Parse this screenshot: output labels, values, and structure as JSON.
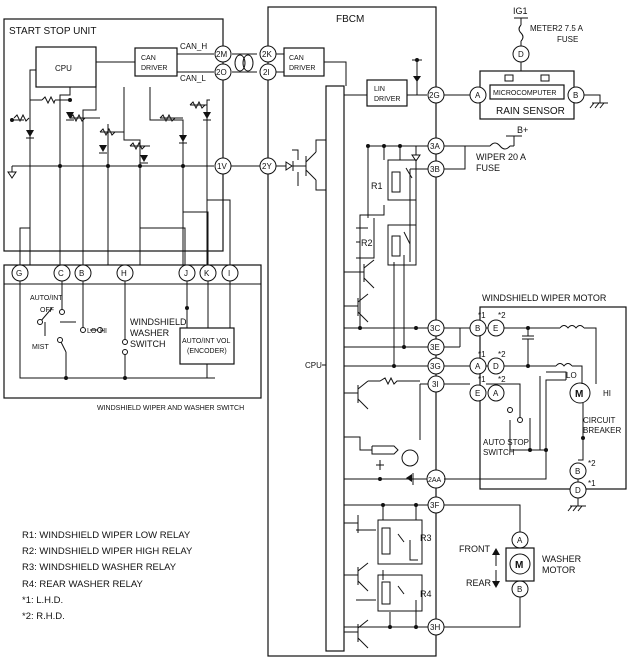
{
  "units": {
    "start_stop": "START STOP UNIT",
    "fbcm": "FBCM",
    "cpu": "CPU",
    "can_driver": "CAN DRIVER",
    "lin_driver": "LIN DRIVER",
    "rain_sensor": "RAIN SENSOR",
    "microcomputer": "MICROCOMPUTER",
    "switch_caption": "WINDSHIELD WIPER AND WASHER SWITCH",
    "wiper_motor": "WINDSHIELD WIPER MOTOR",
    "washer_motor_l1": "WASHER",
    "washer_motor_l2": "MOTOR"
  },
  "signals": {
    "can_h": "CAN_H",
    "can_l": "CAN_L",
    "ig1": "IG1",
    "meter_fuse_l1": "METER2 7.5 A",
    "meter_fuse_l2": "FUSE",
    "bplus": "B+",
    "wiper_fuse_l1": "WIPER 20 A",
    "wiper_fuse_l2": "FUSE"
  },
  "switch_labels": {
    "auto_int": "AUTO/INT",
    "off": "OFF",
    "mist": "MIST",
    "lo": "LO",
    "hi": "HI",
    "washer_l1": "WINDSHIELD",
    "washer_l2": "WASHER",
    "washer_l3": "SWITCH",
    "vol_l1": "AUTO/INT VOL",
    "vol_l2": "(ENCODER)"
  },
  "motor_labels": {
    "lo": "LO",
    "hi": "HI",
    "motor": "M",
    "auto_stop_l1": "AUTO STOP",
    "auto_stop_l2": "SWITCH",
    "breaker_l1": "CIRCUIT",
    "breaker_l2": "BREAKER",
    "front": "FRONT",
    "rear": "REAR"
  },
  "terminals": {
    "t2M": "2M",
    "t2O": "2O",
    "t2K": "2K",
    "t2I": "2I",
    "t2G": "2G",
    "t2Y": "2Y",
    "t1V": "1V",
    "t3A": "3A",
    "t3B": "3B",
    "t3C": "3C",
    "t3E": "3E",
    "t3G": "3G",
    "t3I": "3I",
    "t2AA": "2AA",
    "t3F": "3F",
    "t3H": "3H",
    "rsA": "A",
    "rsB": "B",
    "rsD": "D",
    "swG": "G",
    "swC": "C",
    "swB": "B",
    "swH": "H",
    "swJ": "J",
    "swK": "K",
    "swI": "I",
    "mB": "B",
    "mE1": "E",
    "mA": "A",
    "mD": "D",
    "mA2": "A",
    "mE2": "E",
    "mB2": "B",
    "mD2": "D",
    "wA": "A",
    "wB": "B"
  },
  "marks": {
    "s1": "*1",
    "s2": "*2"
  },
  "relays": {
    "r1": "R1",
    "r2": "R2",
    "r3": "R3",
    "r4": "R4"
  },
  "legend": [
    "R1: WINDSHIELD WIPER LOW RELAY",
    "R2: WINDSHIELD WIPER HIGH RELAY",
    "R3: WINDSHIELD WASHER RELAY",
    "R4: REAR WASHER RELAY",
    "*1: L.H.D.",
    "*2: R.H.D."
  ]
}
